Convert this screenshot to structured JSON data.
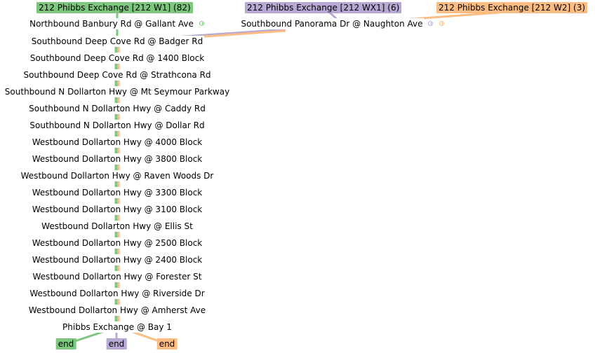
{
  "colors": {
    "route_w1": "#7dc67d",
    "route_wx1": "#b7a9d4",
    "route_w2": "#fcbd84"
  },
  "headers": {
    "w1": "212 Phibbs Exchange [212 W1] (82)",
    "wx1": "212 Phibbs Exchange [212 WX1] (6)",
    "w2": "212 Phibbs Exchange [212 W2] (3)"
  },
  "origins": {
    "banbury": "Northbound Banbury Rd @ Gallant Ave",
    "panorama": "Southbound Panorama Dr @ Naughton Ave"
  },
  "stops": [
    "Southbound Deep Cove Rd @ Badger Rd",
    "Southbound Deep Cove Rd @ 1400 Block",
    "Southbound Deep Cove Rd @ Strathcona Rd",
    "Southbound N Dollarton Hwy @ Mt Seymour Parkway",
    "Southbound N Dollarton Hwy @ Caddy Rd",
    "Southbound N Dollarton Hwy @ Dollar Rd",
    "Westbound Dollarton Hwy @ 4000 Block",
    "Westbound Dollarton Hwy @ 3800 Block",
    "Westbound Dollarton Hwy @ Raven Woods Dr",
    "Westbound Dollarton Hwy @ 3300 Block",
    "Westbound Dollarton Hwy @ 3100 Block",
    "Westbound Dollarton Hwy @ Ellis St",
    "Westbound Dollarton Hwy @ 2500 Block",
    "Westbound Dollarton Hwy @ 2400 Block",
    "Westbound Dollarton Hwy @ Forester St",
    "Westbound Dollarton Hwy @ Riverside Dr",
    "Westbound Dollarton Hwy @ Amherst Ave",
    "Phibbs Exchange @ Bay 1"
  ],
  "ends": {
    "w1": "end",
    "wx1": "end",
    "w2": "end"
  },
  "icons": [
    "clock-icon"
  ]
}
